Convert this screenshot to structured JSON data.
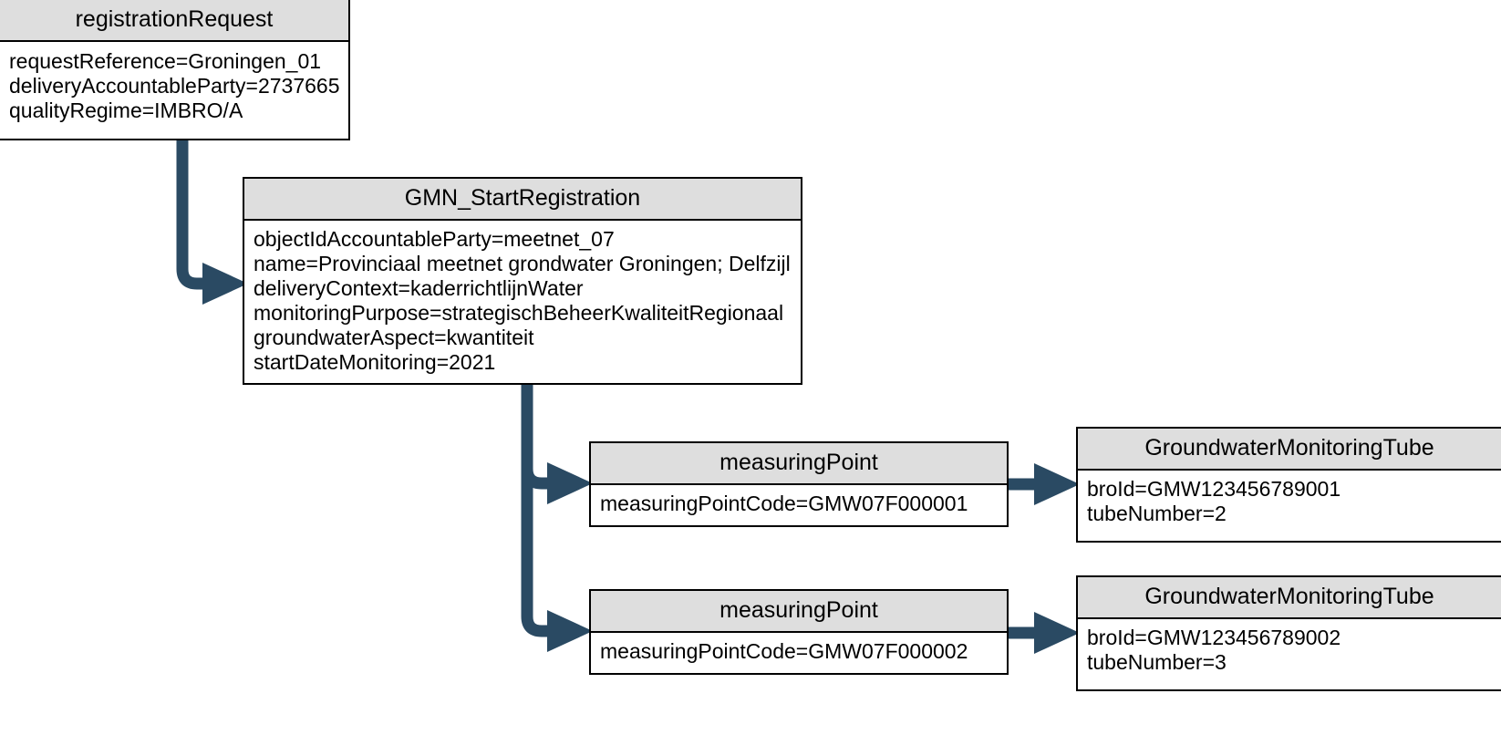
{
  "diagram": {
    "type": "uml-object-diagram",
    "accent_color": "#2a4a63",
    "header_fill": "#dedede",
    "border_color": "#000000",
    "background": "#ffffff"
  },
  "objects": [
    {
      "id": "registrationRequest",
      "title": "registrationRequest",
      "attributes": [
        "requestReference=Groningen_01",
        "deliveryAccountableParty=2737665",
        "qualityRegime=IMBRO/A"
      ]
    },
    {
      "id": "gmnStartRegistration",
      "title": "GMN_StartRegistration",
      "attributes": [
        "objectIdAccountableParty=meetnet_07",
        "name=Provinciaal meetnet grondwater Groningen; Delfzijl",
        "deliveryContext=kaderrichtlijnWater",
        "monitoringPurpose=strategischBeheerKwaliteitRegionaal",
        "groundwaterAspect=kwantiteit",
        "startDateMonitoring=2021"
      ]
    },
    {
      "id": "measuringPoint1",
      "title": "measuringPoint",
      "attributes": [
        "measuringPointCode=GMW07F000001"
      ]
    },
    {
      "id": "measuringPoint2",
      "title": "measuringPoint",
      "attributes": [
        "measuringPointCode=GMW07F000002"
      ]
    },
    {
      "id": "tube1",
      "title": "GroundwaterMonitoringTube",
      "attributes": [
        "broId=GMW123456789001",
        "tubeNumber=2"
      ]
    },
    {
      "id": "tube2",
      "title": "GroundwaterMonitoringTube",
      "attributes": [
        "broId=GMW123456789002",
        "tubeNumber=3"
      ]
    }
  ],
  "edges": [
    {
      "id": "edge-request-to-gmn",
      "from": "registrationRequest",
      "to": "gmnStartRegistration",
      "style": "elbow"
    },
    {
      "id": "edge-gmn-to-mp1",
      "from": "gmnStartRegistration",
      "to": "measuringPoint1",
      "style": "elbow"
    },
    {
      "id": "edge-gmn-to-mp2",
      "from": "gmnStartRegistration",
      "to": "measuringPoint2",
      "style": "elbow"
    },
    {
      "id": "edge-mp1-to-tube1",
      "from": "measuringPoint1",
      "to": "tube1",
      "style": "straight"
    },
    {
      "id": "edge-mp2-to-tube2",
      "from": "measuringPoint2",
      "to": "tube2",
      "style": "straight"
    }
  ]
}
